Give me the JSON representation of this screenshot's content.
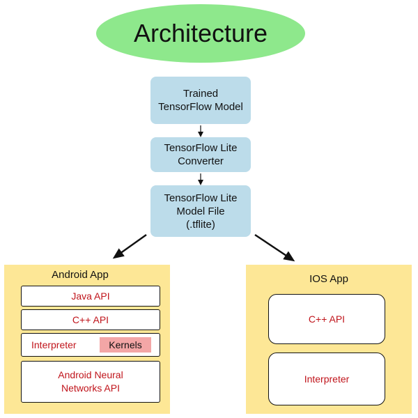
{
  "title": "Architecture",
  "pipeline": {
    "trained_model": "Trained\nTensorFlow Model",
    "converter": "TensorFlow Lite\nConverter",
    "model_file": "TensorFlow Lite\nModel File\n(.tflite)"
  },
  "android": {
    "title": "Android App",
    "java_api": "Java API",
    "cpp_api": "C++ API",
    "interpreter": "Interpreter",
    "kernels": "Kernels",
    "nn_api": "Android Neural\nNetworks API"
  },
  "ios": {
    "title": "IOS App",
    "cpp_api": "C++ API",
    "interpreter": "Interpreter"
  },
  "colors": {
    "title_fill": "#8ee88c",
    "step_fill": "#bcdcea",
    "panel_fill": "#fde796",
    "label_red": "#c0141b",
    "kernels_fill": "#f3a6a6"
  }
}
